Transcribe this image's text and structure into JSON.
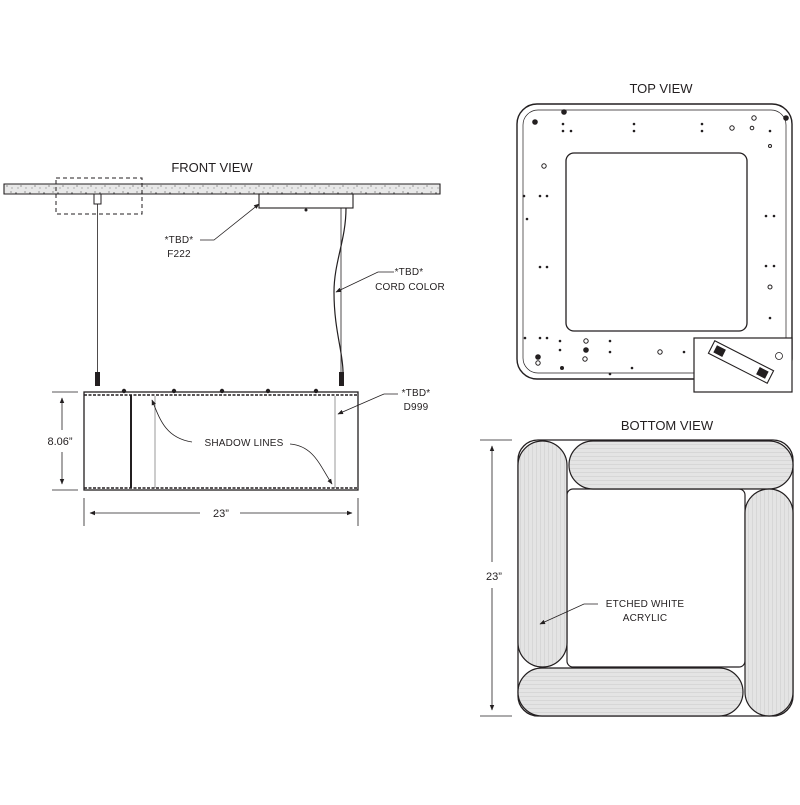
{
  "views": {
    "front": "FRONT VIEW",
    "top": "TOP VIEW",
    "bottom": "BOTTOM VIEW"
  },
  "callouts": {
    "canopy_tbd": "*TBD*",
    "canopy_code": "F222",
    "cord_tbd": "*TBD*",
    "cord_text": "CORD COLOR",
    "body_tbd": "*TBD*",
    "body_code": "D999",
    "shadow": "SHADOW LINES",
    "acrylic_line1": "ETCHED WHITE",
    "acrylic_line2": "ACRYLIC"
  },
  "dimensions": {
    "front_height": "8.06”",
    "front_width": "23”",
    "bottom_height": "23”"
  },
  "colors": {
    "ink": "#231f20",
    "fill_grey": "#e6e6e6",
    "shadow_grey": "#9a9a9a"
  }
}
